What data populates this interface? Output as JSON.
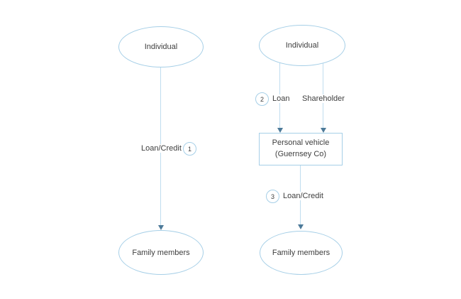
{
  "colors": {
    "node_stroke": "#a6cfe7",
    "connector_line": "#c0ddef",
    "arrowhead": "#4d7a99",
    "text": "#3e3e3e",
    "background": "#ffffff"
  },
  "left_flow": {
    "top_node": {
      "label": "Individual"
    },
    "edge": {
      "label": "Loan/Credit",
      "number": "1"
    },
    "bottom_node": {
      "label": "Family members"
    }
  },
  "right_flow": {
    "top_node": {
      "label": "Individual"
    },
    "loan_edge": {
      "label": "Loan",
      "number": "2"
    },
    "shareholder_edge": {
      "label": "Shareholder"
    },
    "middle_node": {
      "line1": "Personal vehicle",
      "line2": "(Guernsey Co)"
    },
    "credit_edge": {
      "label": "Loan/Credit",
      "number": "3"
    },
    "bottom_node": {
      "label": "Family members"
    }
  }
}
